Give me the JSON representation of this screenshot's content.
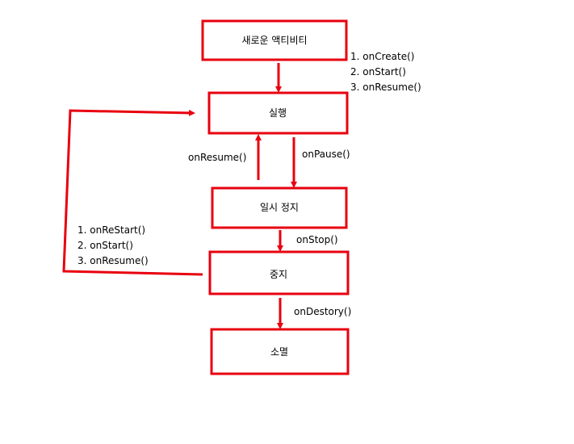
{
  "colors": {
    "box_border": "#e8000f",
    "arrow": "#e8000f",
    "text": "#000000",
    "background": "#ffffff"
  },
  "states": {
    "new_activity": "새로운 액티비티",
    "running": "실행",
    "paused": "일시 정지",
    "stopped": "중지",
    "destroyed": "소멸"
  },
  "transitions": {
    "create_steps": [
      "1. onCreate()",
      "2. onStart()",
      "3. onResume()"
    ],
    "on_resume": "onResume()",
    "on_pause": "onPause()",
    "on_stop": "onStop()",
    "restart_steps": [
      "1. onReStart()",
      "2. onStart()",
      "3. onResume()"
    ],
    "on_destroy": "onDestory()"
  }
}
